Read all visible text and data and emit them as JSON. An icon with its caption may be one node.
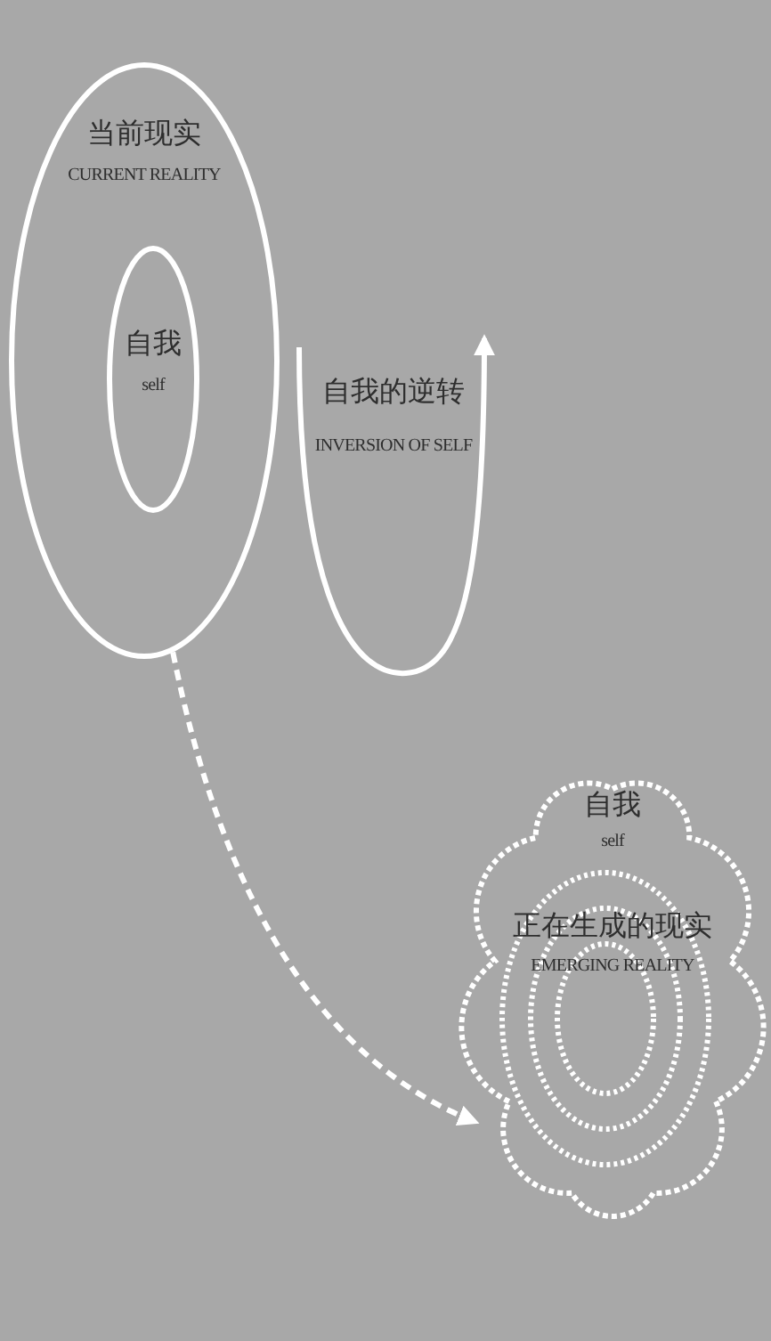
{
  "diagram": {
    "nodes": [
      {
        "text": [
          "当前现实",
          "CURRENT REALITY"
        ]
      },
      {
        "text": [
          "自我",
          "self"
        ],
        "in": 0
      },
      {
        "text": [
          "自我",
          "self",
          "正在生成的现实",
          "EMERGING REALITY"
        ]
      }
    ],
    "edges": [
      {
        "from": 0,
        "to": 2,
        "arrow": "to",
        "style": "dashed"
      }
    ],
    "labels": [
      "自我的逆转",
      "INVERSION OF SELF"
    ]
  }
}
